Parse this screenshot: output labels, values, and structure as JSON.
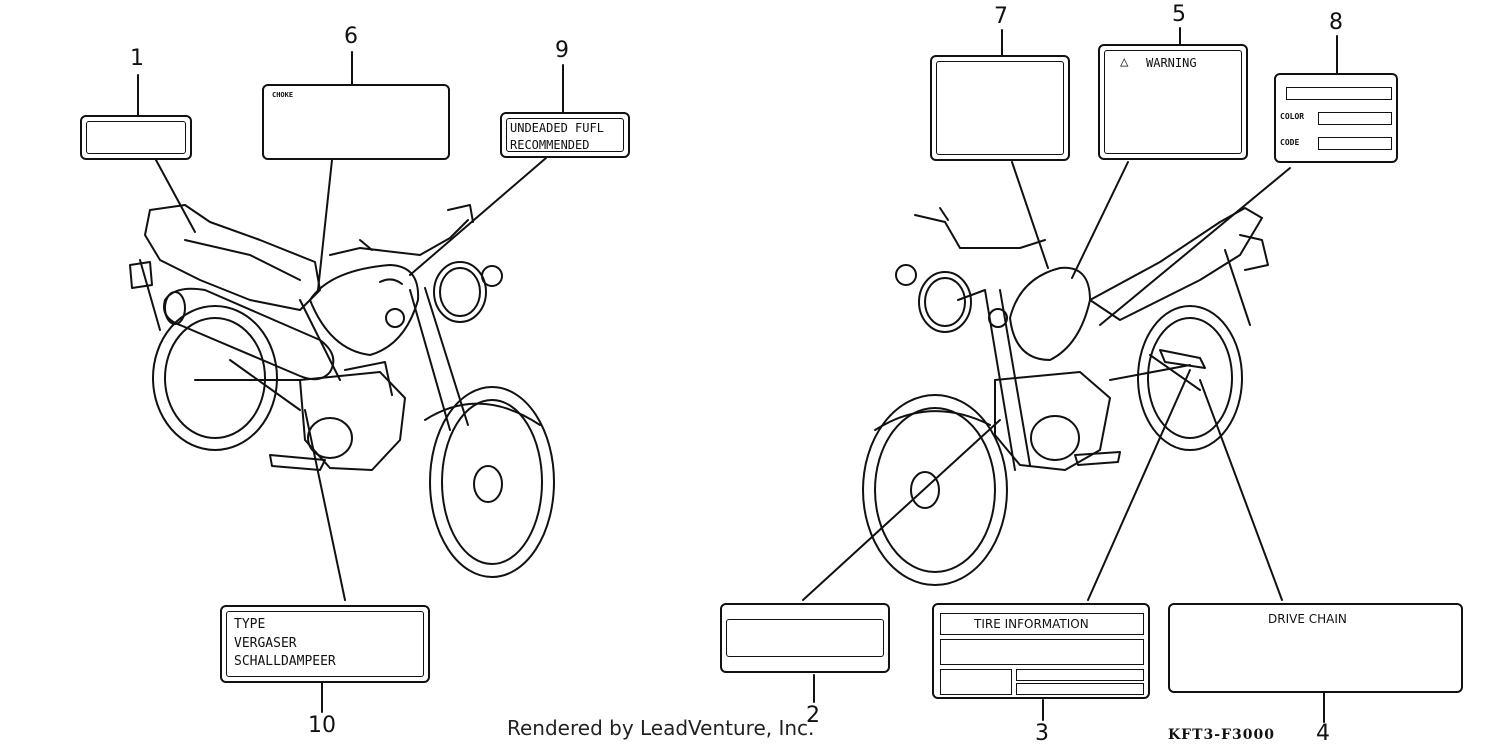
{
  "callouts": [
    "1",
    "2",
    "3",
    "4",
    "5",
    "6",
    "7",
    "8",
    "9",
    "10"
  ],
  "labels": {
    "fuel": {
      "line1": "UNDEADED FUFL",
      "line2": "RECOMMENDED"
    },
    "warning": {
      "title": "WARNING",
      "symbol": "△"
    },
    "color_code": {
      "color": "COLOR",
      "code": "CODE"
    },
    "caution_header": "CHOKE",
    "type_label": {
      "line1": "TYPE",
      "line2": "VERGASER",
      "line3": "SCHALLDAMPEER"
    },
    "tire": {
      "title": "TIRE INFORMATION"
    },
    "chain": {
      "title": "DRIVE CHAIN"
    }
  },
  "footer": {
    "credit": "Rendered by LeadVenture, Inc.",
    "diagram_code": "KFT3-F3000"
  }
}
